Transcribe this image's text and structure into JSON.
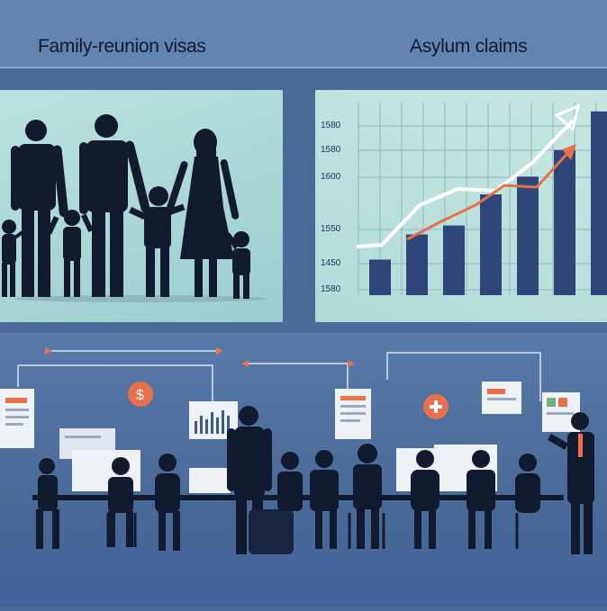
{
  "headings": {
    "left": "Family-reunion visas",
    "right": "Asylum claims"
  },
  "chart_data": {
    "type": "bar",
    "title": "",
    "xlabel": "",
    "ylabel": "",
    "y_tick_labels": [
      "1580",
      "1580",
      "1600",
      "1550",
      "1450",
      "1580"
    ],
    "values": [
      2.4,
      4.1,
      4.7,
      6.8,
      8.0,
      9.8,
      12.4
    ],
    "grid": true,
    "trend_lines": [
      {
        "color": "#ffffff",
        "direction": "up"
      },
      {
        "color": "#e8704a",
        "direction": "up"
      }
    ]
  },
  "colors": {
    "background": "#4a6a98",
    "panel": "#b5dcd8",
    "accent": "#e8704a",
    "silhouette": "#121a30",
    "bar": "#2e4778"
  },
  "icons": {
    "dollar": "dollar-icon",
    "plus": "plus-icon"
  }
}
